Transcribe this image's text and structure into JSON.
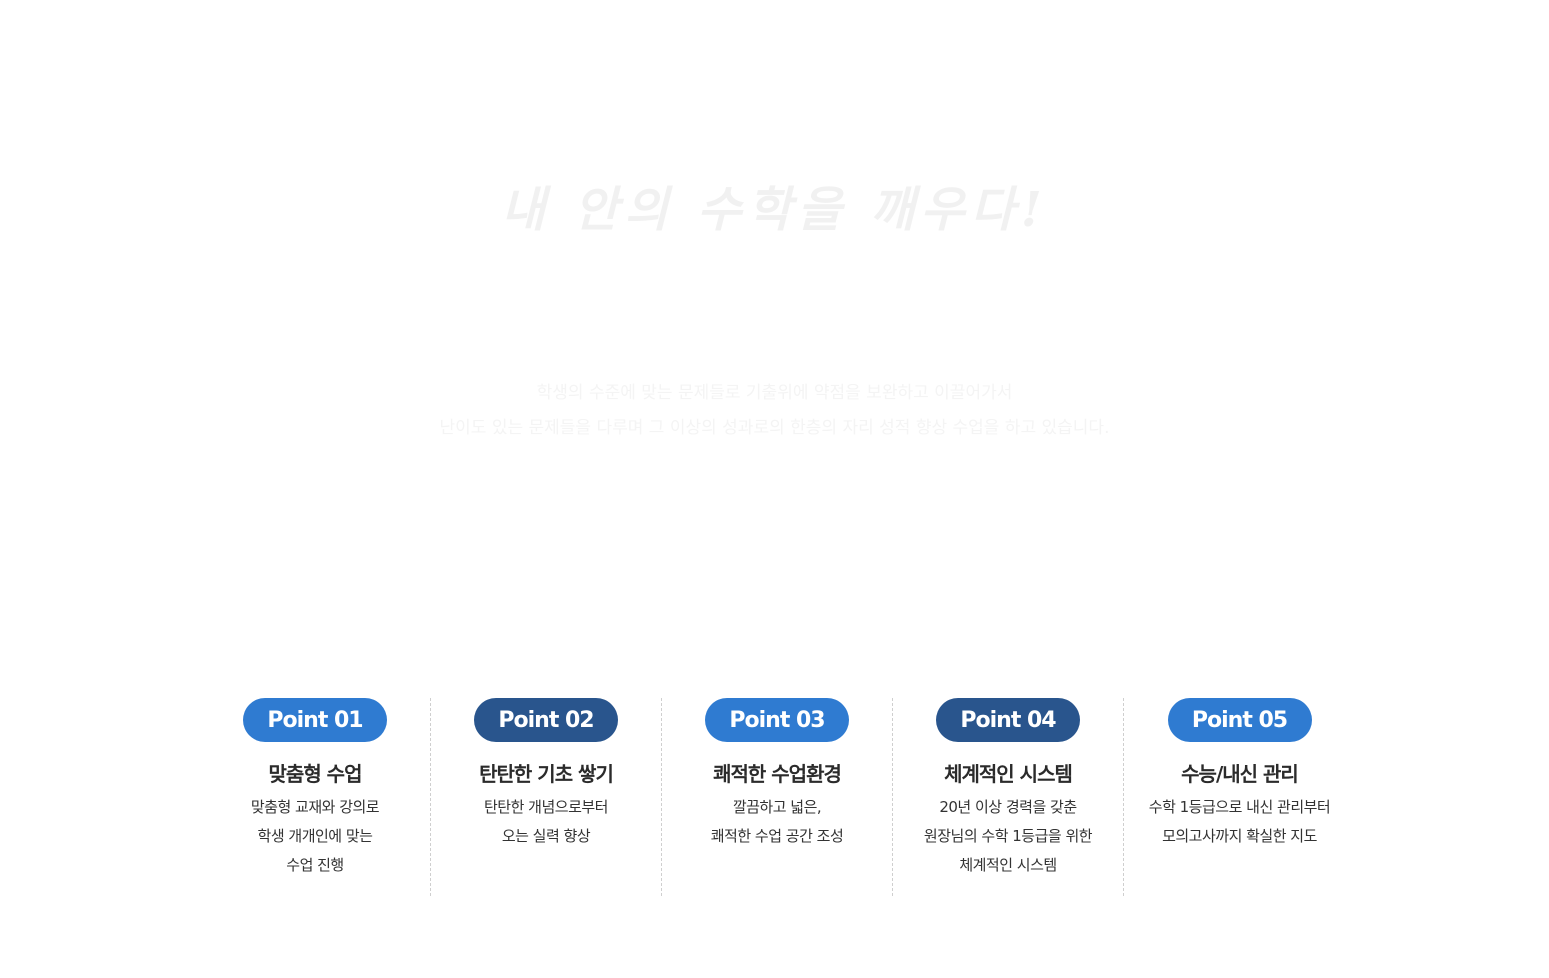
{
  "hero": {
    "title": "내 안의 수학을 깨우다!",
    "desc_lines": [
      "학생의 수준에 맞는 문제들로 기출위에 약점을 보완하고 이끌어가서",
      "난이도 있는 문제들을 다루며 그 이상의 성과로의 한층의 자리 성적 향상 수업을 하고 있습니다."
    ]
  },
  "colors": {
    "badge_light": "#2f7bd1",
    "badge_dark": "#29558d"
  },
  "points": [
    {
      "badge": "Point 01",
      "badge_style": "light",
      "title": "맞춤형 수업",
      "lines": [
        "맞춤형 교재와 강의로",
        "학생 개개인에 맞는",
        "수업 진행"
      ]
    },
    {
      "badge": "Point 02",
      "badge_style": "dark",
      "title": "탄탄한 기초 쌓기",
      "lines": [
        "탄탄한 개념으로부터",
        "오는 실력 향상"
      ]
    },
    {
      "badge": "Point 03",
      "badge_style": "light",
      "title": "쾌적한 수업환경",
      "lines": [
        "깔끔하고 넓은,",
        "쾌적한 수업 공간 조성"
      ]
    },
    {
      "badge": "Point 04",
      "badge_style": "dark",
      "title": "체계적인 시스템",
      "lines": [
        "20년 이상 경력을 갖춘",
        "원장님의 수학 1등급을 위한",
        "체계적인 시스템"
      ]
    },
    {
      "badge": "Point 05",
      "badge_style": "light",
      "title": "수능/내신 관리",
      "lines": [
        "수학 1등급으로 내신 관리부터",
        "모의고사까지 확실한 지도"
      ]
    }
  ]
}
